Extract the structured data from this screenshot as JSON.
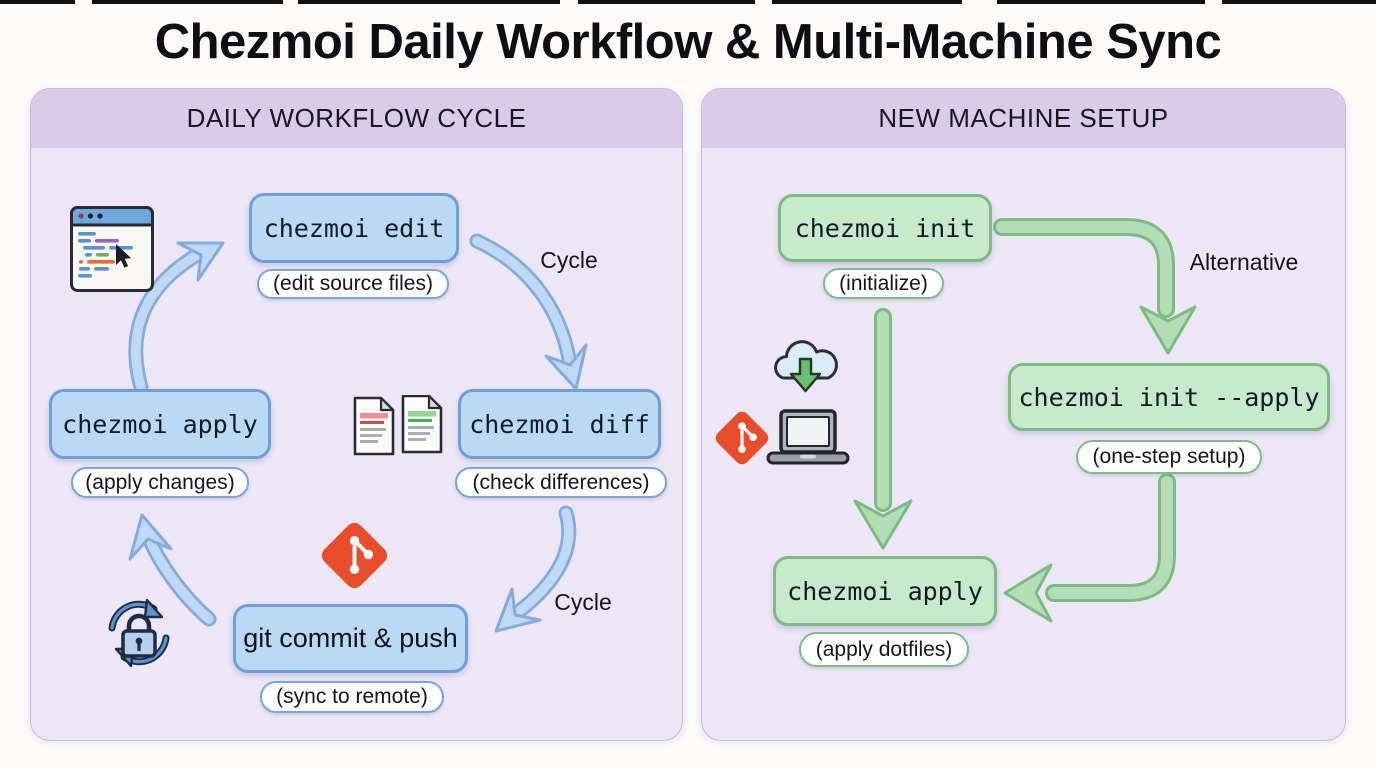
{
  "title": "Chezmoi Daily Workflow & Multi-Machine Sync",
  "left_panel": {
    "header": "DAILY WORKFLOW CYCLE",
    "nodes": {
      "edit": {
        "command": "chezmoi edit",
        "caption": "(edit source files)"
      },
      "diff": {
        "command": "chezmoi diff",
        "caption": "(check differences)"
      },
      "commit": {
        "command": "git commit & push",
        "caption": "(sync to remote)"
      },
      "apply": {
        "command": "chezmoi apply",
        "caption": "(apply changes)"
      }
    },
    "cycle_label_top": "Cycle",
    "cycle_label_bottom": "Cycle",
    "icons": [
      "code-editor-icon",
      "diff-files-icon",
      "git-logo-icon",
      "sync-lock-icon"
    ]
  },
  "right_panel": {
    "header": "NEW MACHINE SETUP",
    "nodes": {
      "init": {
        "command": "chezmoi init",
        "caption": "(initialize)"
      },
      "init_apply": {
        "command": "chezmoi init --apply",
        "caption": "(one-step setup)"
      },
      "apply": {
        "command": "chezmoi apply",
        "caption": "(apply dotfiles)"
      }
    },
    "alternative_label": "Alternative",
    "icons": [
      "cloud-download-icon",
      "laptop-icon",
      "git-logo-icon"
    ]
  },
  "colors": {
    "blue_node_fill": "#badaf4",
    "blue_node_border": "#6f9fda",
    "green_node_fill": "#c9e9cb",
    "green_node_border": "#7eba84",
    "panel_header_bg": "#dacbeb",
    "panel_body_bg": "#ece6f6",
    "arrow_blue_fill": "#bfd8f4",
    "arrow_blue_stroke": "#84abdc",
    "arrow_green_fill": "#b4dfb6",
    "arrow_green_stroke": "#7cbc83",
    "git_orange": "#e84e2b"
  }
}
